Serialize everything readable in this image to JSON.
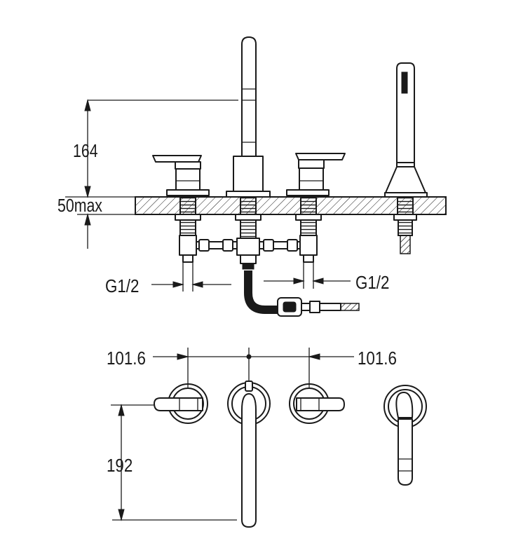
{
  "diagram": {
    "labels": {
      "height_164": "164",
      "deck_50max": "50max",
      "inlet_left": "G1/2",
      "inlet_right": "G1/2",
      "spacing_left": "101.6",
      "spacing_right": "101.6",
      "projection_192": "192"
    },
    "colors": {
      "ink": "#1a1a1a",
      "background": "#ffffff"
    }
  }
}
